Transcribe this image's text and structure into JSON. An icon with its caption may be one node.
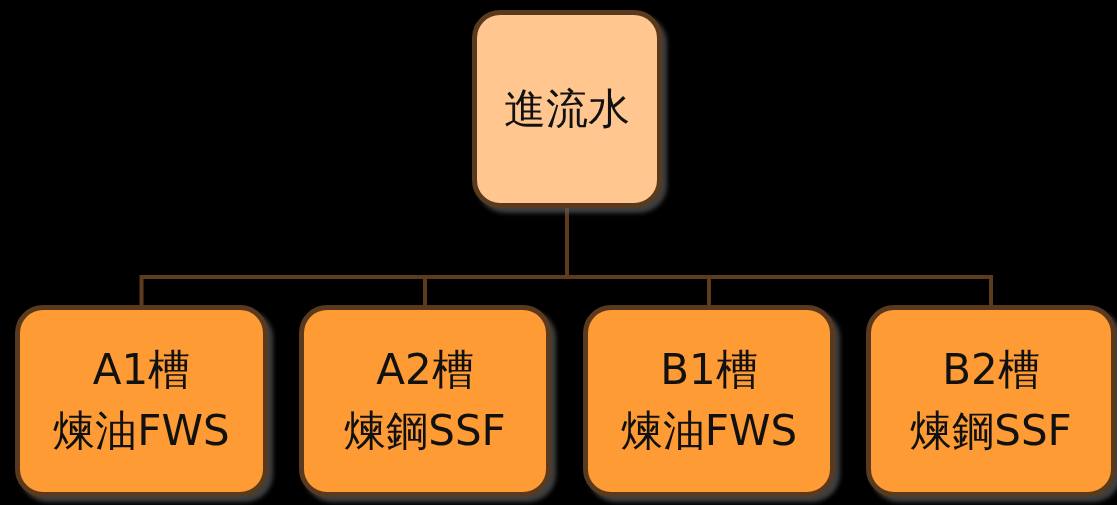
{
  "diagram": {
    "nodes": [
      {
        "text": [
          "進流水"
        ]
      },
      {
        "text": [
          "A1槽",
          "煉油FWS"
        ]
      },
      {
        "text": [
          "A2槽",
          "煉鋼SSF"
        ]
      },
      {
        "text": [
          "B1槽",
          "煉油FWS"
        ]
      },
      {
        "text": [
          "B2槽",
          "煉鋼SSF"
        ]
      }
    ],
    "edges": [
      {
        "from": 0,
        "to": 1,
        "arrow": "none"
      },
      {
        "from": 0,
        "to": 2,
        "arrow": "none"
      },
      {
        "from": 0,
        "to": 3,
        "arrow": "none"
      },
      {
        "from": 0,
        "to": 4,
        "arrow": "none"
      }
    ]
  }
}
